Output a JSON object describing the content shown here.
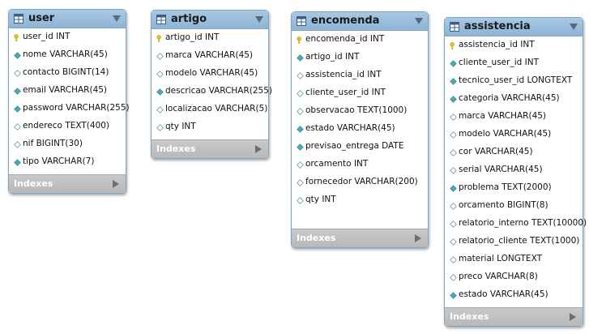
{
  "colors": {
    "header": "#9dbfdd",
    "border": "#7fa6c6",
    "pk_key": "#f0c419",
    "diamond": "#4aa9b8",
    "indexes_bar": "#c0c0c0"
  },
  "icons": {
    "table": "table-icon",
    "primary_key": "key-icon",
    "column": "diamond-icon",
    "collapse": "caret-down-icon",
    "expand": "arrow-right-icon"
  },
  "tables": [
    {
      "title": "user",
      "indexes_label": "Indexes",
      "columns": [
        {
          "text": "user_id INT",
          "kind": "pk"
        },
        {
          "text": "nome VARCHAR(45)",
          "kind": "filled"
        },
        {
          "text": "contacto BIGINT(14)",
          "kind": "hollow"
        },
        {
          "text": "email VARCHAR(45)",
          "kind": "filled"
        },
        {
          "text": "password VARCHAR(255)",
          "kind": "filled"
        },
        {
          "text": "endereco TEXT(400)",
          "kind": "hollow"
        },
        {
          "text": "nif BIGINT(30)",
          "kind": "hollow"
        },
        {
          "text": "tipo VARCHAR(7)",
          "kind": "filled"
        }
      ]
    },
    {
      "title": "artigo",
      "indexes_label": "Indexes",
      "columns": [
        {
          "text": "artigo_id INT",
          "kind": "pk"
        },
        {
          "text": "marca VARCHAR(45)",
          "kind": "hollow"
        },
        {
          "text": "modelo VARCHAR(45)",
          "kind": "hollow"
        },
        {
          "text": "descricao VARCHAR(255)",
          "kind": "filled"
        },
        {
          "text": "localizacao VARCHAR(5)",
          "kind": "hollow"
        },
        {
          "text": "qty INT",
          "kind": "hollow"
        }
      ]
    },
    {
      "title": "encomenda",
      "indexes_label": "Indexes",
      "columns": [
        {
          "text": "encomenda_id INT",
          "kind": "pk"
        },
        {
          "text": "artigo_id INT",
          "kind": "filled"
        },
        {
          "text": "assistencia_id INT",
          "kind": "hollow"
        },
        {
          "text": "cliente_user_id INT",
          "kind": "hollow"
        },
        {
          "text": "observacao TEXT(1000)",
          "kind": "hollow"
        },
        {
          "text": "estado VARCHAR(45)",
          "kind": "filled"
        },
        {
          "text": "previsao_entrega DATE",
          "kind": "filled"
        },
        {
          "text": "orcamento INT",
          "kind": "hollow"
        },
        {
          "text": "fornecedor VARCHAR(200)",
          "kind": "hollow"
        },
        {
          "text": "qty INT",
          "kind": "hollow"
        }
      ]
    },
    {
      "title": "assistencia",
      "indexes_label": "Indexes",
      "columns": [
        {
          "text": "assistencia_id INT",
          "kind": "pk"
        },
        {
          "text": "cliente_user_id INT",
          "kind": "filled"
        },
        {
          "text": "tecnico_user_id LONGTEXT",
          "kind": "filled"
        },
        {
          "text": "categoria VARCHAR(45)",
          "kind": "filled"
        },
        {
          "text": "marca VARCHAR(45)",
          "kind": "hollow"
        },
        {
          "text": "modelo VARCHAR(45)",
          "kind": "hollow"
        },
        {
          "text": "cor VARCHAR(45)",
          "kind": "hollow"
        },
        {
          "text": "serial VARCHAR(45)",
          "kind": "hollow"
        },
        {
          "text": "problema TEXT(2000)",
          "kind": "filled"
        },
        {
          "text": "orcamento BIGINT(8)",
          "kind": "hollow"
        },
        {
          "text": "relatorio_interno TEXT(10000)",
          "kind": "hollow"
        },
        {
          "text": "relatorio_cliente TEXT(1000)",
          "kind": "hollow"
        },
        {
          "text": "material LONGTEXT",
          "kind": "hollow"
        },
        {
          "text": "preco VARCHAR(8)",
          "kind": "hollow"
        },
        {
          "text": "estado VARCHAR(45)",
          "kind": "filled"
        }
      ]
    }
  ]
}
